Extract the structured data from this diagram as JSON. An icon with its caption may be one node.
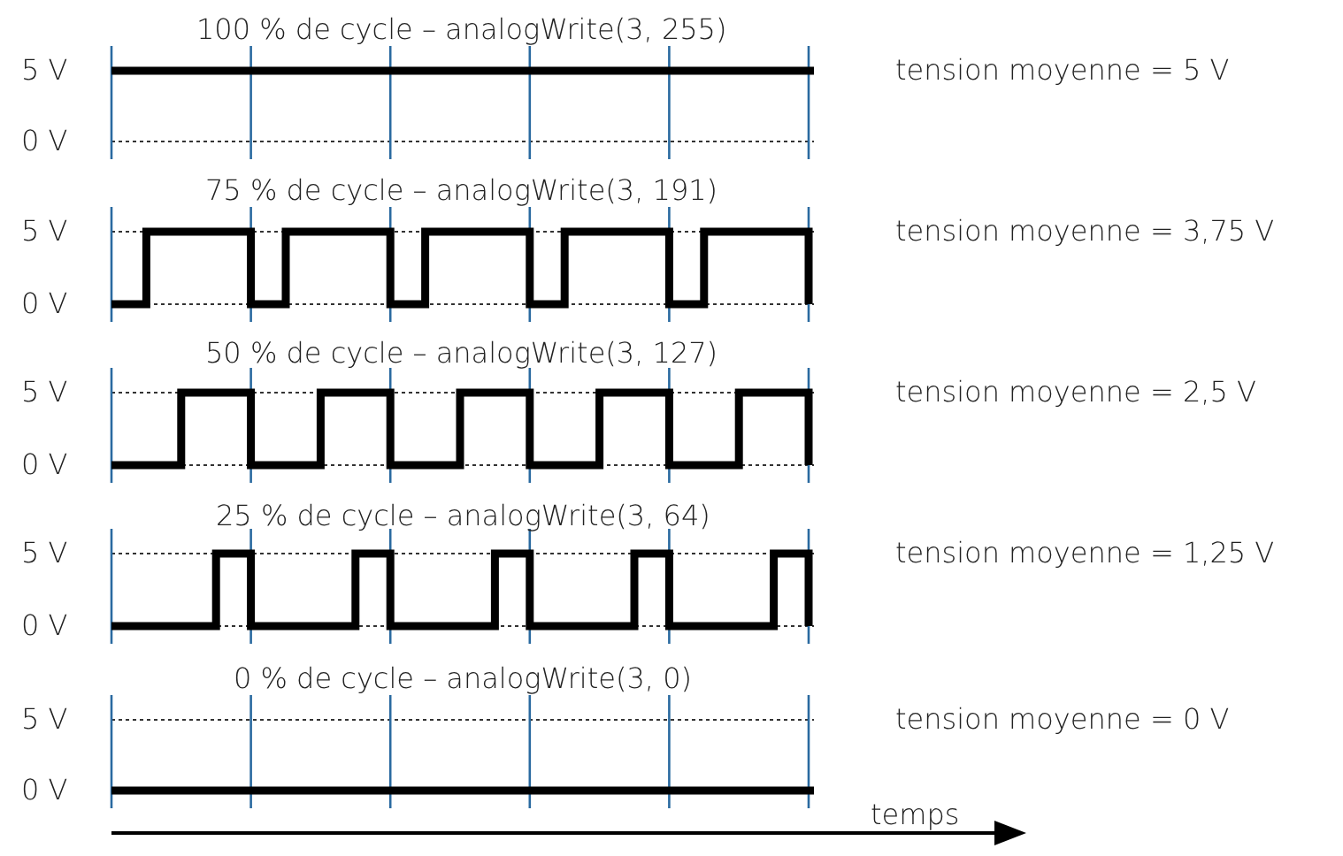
{
  "diagram": {
    "labels": [
      "100 % de cycle – analogWrite(3, 255)",
      "5 V",
      "tension moyenne = 5 V",
      "0 V",
      "75 % de cycle – analogWrite(3, 191)",
      "5 V",
      "tension moyenne = 3,75 V",
      "0 V",
      "50 % de cycle – analogWrite(3, 127)",
      "5 V",
      "tension moyenne = 2,5 V",
      "0 V",
      "25 % de cycle – analogWrite(3, 64)",
      "5 V",
      "tension moyenne = 1,25 V",
      "0 V",
      "0 % de cycle – analogWrite(3, 0)",
      "5 V",
      "tension moyenne = 0 V",
      "0 V",
      "temps"
    ]
  }
}
